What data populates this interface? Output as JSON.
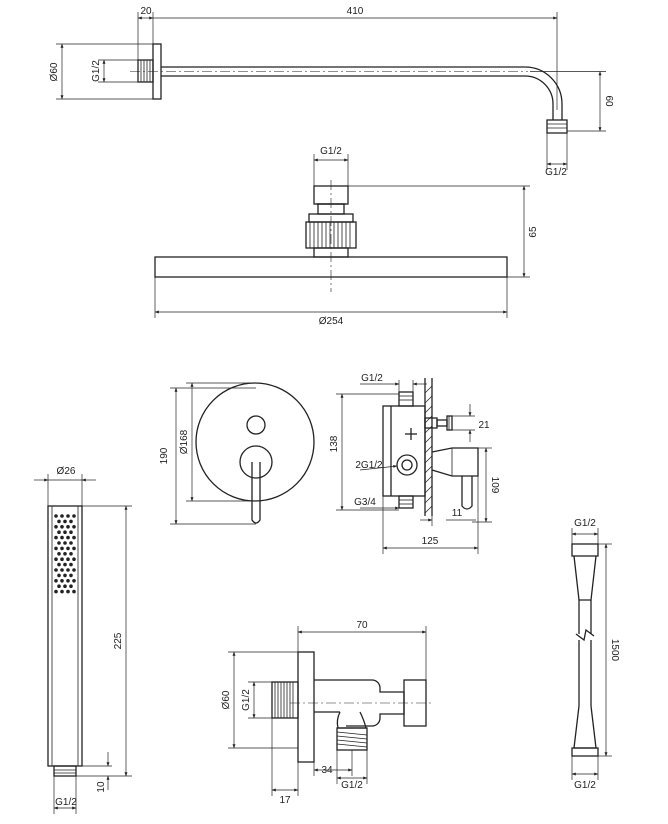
{
  "shower_arm": {
    "dim_flange": "20",
    "dim_length": "410",
    "dim_diameter": "Ø60",
    "dim_thread_wall": "G1/2",
    "dim_drop": "60",
    "dim_thread_outlet": "G1/2"
  },
  "overhead_shower": {
    "dim_thread": "G1/2",
    "dim_height": "65",
    "dim_diameter": "Ø254"
  },
  "mixer_plate": {
    "dim_outer_height": "190",
    "dim_inner_diameter": "Ø168"
  },
  "mixer_body": {
    "dim_thread_top": "G1/2",
    "dim_depth_top": "138",
    "dim_right_small": "21",
    "dim_outlet_thread": "2G1/2",
    "dim_inlet_thread": "G3/4",
    "dim_right_height": "109",
    "dim_right_bottom": "11",
    "dim_total_depth": "125"
  },
  "hand_shower": {
    "dim_diameter": "Ø26",
    "dim_length": "225",
    "dim_end": "10",
    "dim_thread": "G1/2"
  },
  "wall_outlet": {
    "dim_width": "70",
    "dim_diameter": "Ø60",
    "dim_thread_left": "G1/2",
    "dim_offset": "34",
    "dim_thread_bottom": "G1/2",
    "dim_flange": "17"
  },
  "hose": {
    "dim_thread_top": "G1/2",
    "dim_length": "1500",
    "dim_thread_bottom": "G1/2"
  }
}
